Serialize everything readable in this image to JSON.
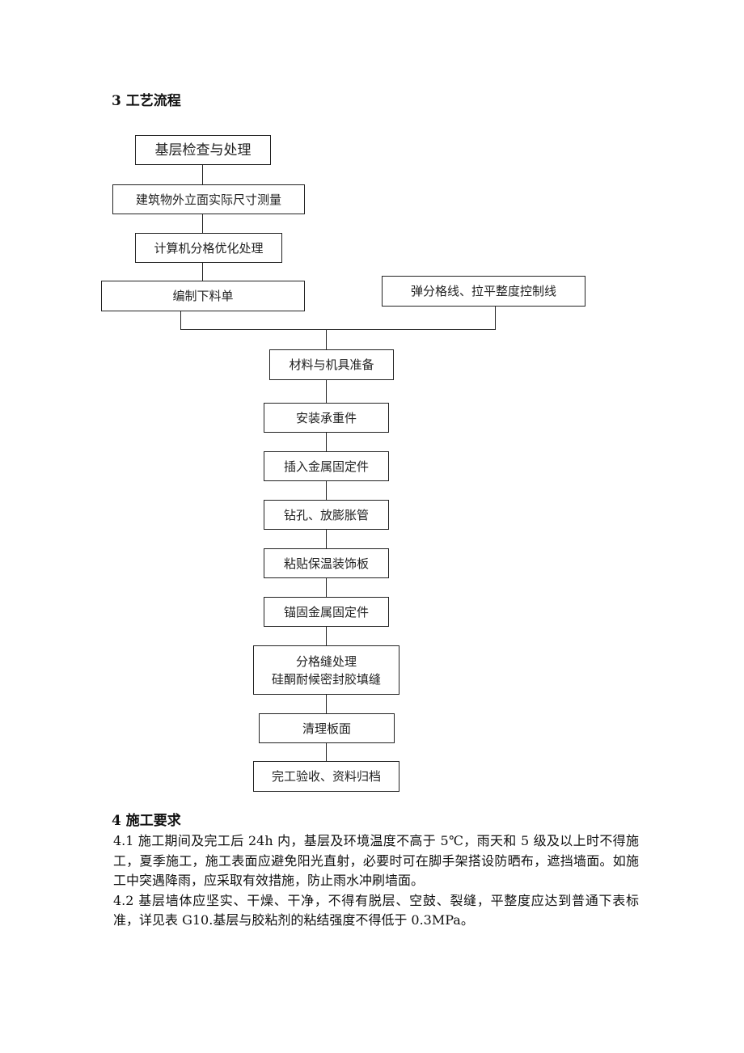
{
  "section3": {
    "heading": "3  工艺流程"
  },
  "flowchart": {
    "steps": [
      {
        "label": "基层检查与处理"
      },
      {
        "label": "建筑物外立面实际尺寸测量"
      },
      {
        "label": "计算机分格优化处理"
      },
      {
        "label": "编制下料单"
      },
      {
        "label": "弹分格线、拉平整度控制线"
      },
      {
        "label": "材料与机具准备"
      },
      {
        "label": "安装承重件"
      },
      {
        "label": "插入金属固定件"
      },
      {
        "label": "钻孔、放膨胀管"
      },
      {
        "label": "粘贴保温装饰板"
      },
      {
        "label": "锚固金属固定件"
      },
      {
        "label": "分格缝处理",
        "label2": "硅酮耐候密封胶填缝"
      },
      {
        "label": "清理板面"
      },
      {
        "label": "完工验收、资料归档"
      }
    ]
  },
  "section4": {
    "heading": "4  施工要求",
    "paragraphs": [
      "4.1  施工期间及完工后 24h 内，基层及环境温度不高于 5℃，雨天和 5 级及以上时不得施工，夏季施工，施工表面应避免阳光直射，必要时可在脚手架搭设防晒布，遮挡墙面。如施工中突遇降雨，应采取有效措施，防止雨水冲刷墙面。",
      "4.2 基层墙体应坚实、干燥、干净，不得有脱层、空鼓、裂缝，平整度应达到普通下表标准，详见表 G10.基层与胶粘剂的粘结强度不得低于 0.3MPa。"
    ]
  }
}
